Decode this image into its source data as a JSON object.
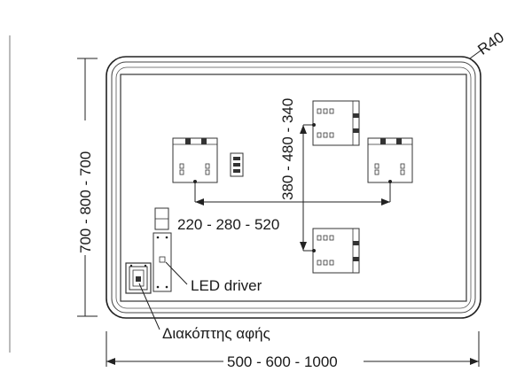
{
  "labels": {
    "corner_radius": "R40",
    "vertical_spacing": "380 - 480 - 340",
    "horizontal_spacing": "220 - 280 - 520",
    "height_dimension": "700 - 800 - 700",
    "width_dimension": "500 - 600 - 1000",
    "led_driver": "LED driver",
    "touch_switch": "Διακόπτης αφής"
  }
}
